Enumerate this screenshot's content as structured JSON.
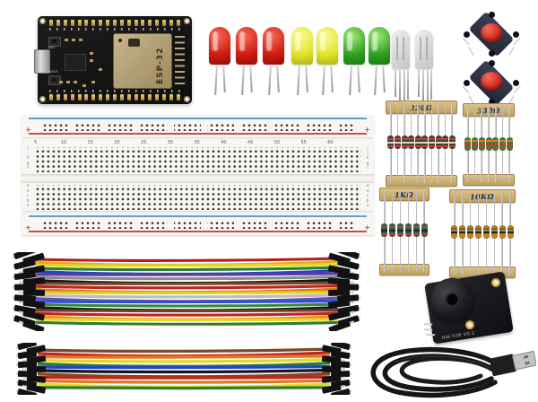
{
  "kit": {
    "background_hex": "#ffffff",
    "esp32_board": {
      "name": "ESP32 development board",
      "module_label": "ESP-32",
      "rst_label": "RST",
      "boot_label": "BOOT",
      "pins_per_row": 19,
      "pcb_hex": "#161616",
      "shield_hex": "#b7a47c"
    },
    "leds": {
      "name": "5mm LEDs",
      "colors": [
        "red",
        "red",
        "red",
        "yellow",
        "yellow",
        "green",
        "green"
      ],
      "hex": {
        "red": "#cf1a10",
        "yellow": "#e2e22a",
        "green": "#2f9e22"
      }
    },
    "rgb_leds": {
      "name": "clear RGB LEDs",
      "count": 2,
      "hex": "#e0e0e0"
    },
    "push_buttons": {
      "name": "tactile push buttons",
      "count": 2,
      "cap_hex": "#d5271b",
      "body_hex": "#2c3245"
    },
    "breadboard": {
      "name": "solderless breadboard",
      "column_numbers": [
        5,
        10,
        15,
        20,
        25,
        30,
        35,
        40,
        45,
        50,
        55,
        60
      ],
      "row_letters_upper": [
        "j",
        "i",
        "h",
        "g",
        "f"
      ],
      "row_letters_lower": [
        "e",
        "d",
        "c",
        "b",
        "a"
      ],
      "plus_sign": "+",
      "rail_red_hex": "#cf4a48",
      "rail_blue_hex": "#5f9fd0"
    },
    "resistor_cards": [
      {
        "label": "220Ω",
        "count": 10,
        "body_hex": "#45403a",
        "band_hexes": [
          "#c23b2e",
          "#ddd5c2",
          "#c23b2e"
        ]
      },
      {
        "label": "330Ω",
        "count": 7,
        "body_hex": "#3d7a44",
        "band_hexes": [
          "#e07820",
          "#c23b2e",
          "#8a5a2a"
        ]
      },
      {
        "label": "1KΩ",
        "count": 6,
        "body_hex": "#2e5d52",
        "band_hexes": [
          "#8a5a2a",
          "#222222",
          "#c23b2e"
        ]
      },
      {
        "label": "10KΩ",
        "count": 8,
        "body_hex": "#a8812f",
        "band_hexes": [
          "#8a5a2a",
          "#222222",
          "#e07820"
        ]
      }
    ],
    "jumper_bundle_large": {
      "name": "male-male jumper wire ribbon (large)",
      "wire_hexes": [
        "#b51d15",
        "#e8a81e",
        "#e3d822",
        "#2e7d32",
        "#2244cc",
        "#5e3a9e",
        "#8b8b8b",
        "#161616",
        "#7a4a28",
        "#c0241c",
        "#e07820",
        "#ddd01f",
        "#bcbcbc",
        "#6a4fae",
        "#2a51d4",
        "#338a33",
        "#1a1a1a",
        "#6b4226",
        "#c0241c",
        "#e8901e",
        "#e3d822",
        "#2e7d32"
      ]
    },
    "jumper_bundle_small": {
      "name": "male-male jumper wire ribbon (small)",
      "wire_hexes": [
        "#7a4a28",
        "#c0241c",
        "#e07820",
        "#e3d822",
        "#2e7d32",
        "#2244cc",
        "#161616",
        "#7a4a28",
        "#c0241c",
        "#e07820",
        "#e3d822",
        "#2e7d32"
      ]
    },
    "buzzer_module": {
      "name": "buzzer module",
      "board_text": "HW-508 V0.2"
    },
    "usb_cable": {
      "name": "USB cable",
      "cable_hex": "#171717"
    }
  }
}
